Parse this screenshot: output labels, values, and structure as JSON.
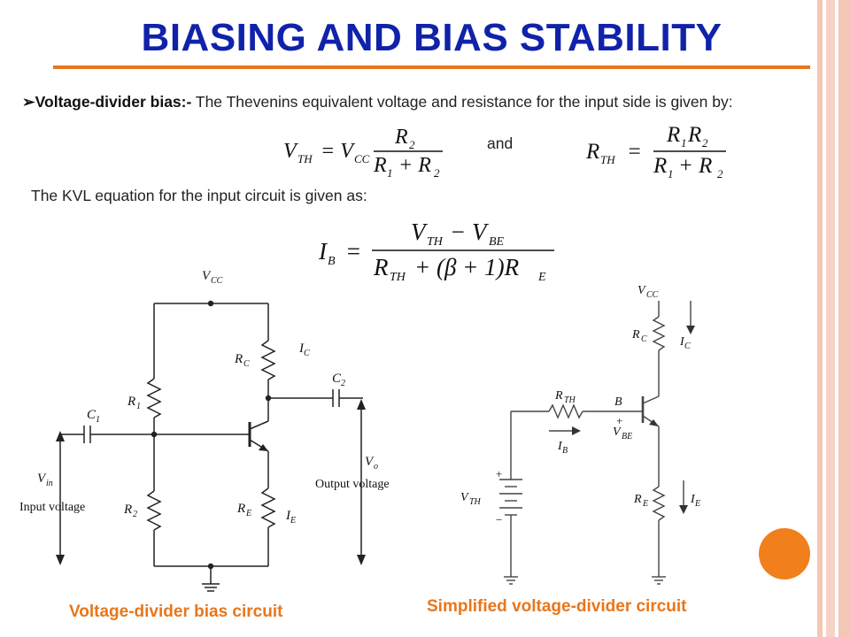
{
  "colors": {
    "title": "#1122aa",
    "accent": "#e8761b",
    "dot": "#f07f1c",
    "stripe": "#f4c6b6"
  },
  "title": "BIASING AND BIAS STABILITY",
  "bullet": {
    "arrow": "➢",
    "lead": "Voltage-divider bias:-",
    "text": " The Thevenins equivalent voltage and resistance for the input side is given by:"
  },
  "and_word": "and",
  "kvl_text": "The KVL equation for the input circuit is given as:",
  "equations": {
    "vth_lhs": "V",
    "vth_lhs_sub": "TH",
    "vth_eq": "= V",
    "vth_eq_sub": "CC",
    "vth_num": "R",
    "vth_num_sub": "2",
    "vth_den1": "R",
    "vth_den1_sub": "1",
    "vth_den_plus": "+ R",
    "vth_den2_sub": "2",
    "rth_lhs": "R",
    "rth_lhs_sub": "TH",
    "rth_eq": "=",
    "rth_num1": "R",
    "rth_num1_sub": "1",
    "rth_num2": "R",
    "rth_num2_sub": "2",
    "rth_den1": "R",
    "rth_den1_sub": "1",
    "rth_den_plus": "+ R",
    "rth_den2_sub": "2",
    "ib_lhs": "I",
    "ib_lhs_sub": "B",
    "ib_eq": "=",
    "ib_num1": "V",
    "ib_num1_sub": "TH",
    "ib_num_minus": "− V",
    "ib_num2_sub": "BE",
    "ib_den1": "R",
    "ib_den1_sub": "TH",
    "ib_den_mid": "+ (β + 1)R",
    "ib_den2_sub": "E"
  },
  "circuit1": {
    "vcc": "V",
    "vcc_sub": "CC",
    "rc": "R",
    "rc_sub": "C",
    "ic": "I",
    "ic_sub": "C",
    "c2": "C",
    "c2_sub": "2",
    "r1": "R",
    "r1_sub": "1",
    "c1": "C",
    "c1_sub": "1",
    "vo": "V",
    "vo_sub": "o",
    "output_voltage": "Output voltage",
    "vin": "V",
    "vin_sub": "in",
    "input_voltage": "Input voltage",
    "r2": "R",
    "r2_sub": "2",
    "re": "R",
    "re_sub": "E",
    "ie": "I",
    "ie_sub": "E"
  },
  "circuit2": {
    "vcc": "V",
    "vcc_sub": "CC",
    "rc": "R",
    "rc_sub": "C",
    "ic": "I",
    "ic_sub": "C",
    "rth": "R",
    "rth_sub": "TH",
    "b": "B",
    "ib": "I",
    "ib_sub": "B",
    "plus_vbe": "+",
    "vbe": "V",
    "vbe_sub": "BE",
    "vth": "V",
    "vth_sub": "TH",
    "bat_plus": "+",
    "bat_minus": "−",
    "re": "R",
    "re_sub": "E",
    "ie": "I",
    "ie_sub": "E"
  },
  "captions": {
    "left": "Voltage-divider bias circuit",
    "right": "Simplified voltage-divider circuit"
  }
}
